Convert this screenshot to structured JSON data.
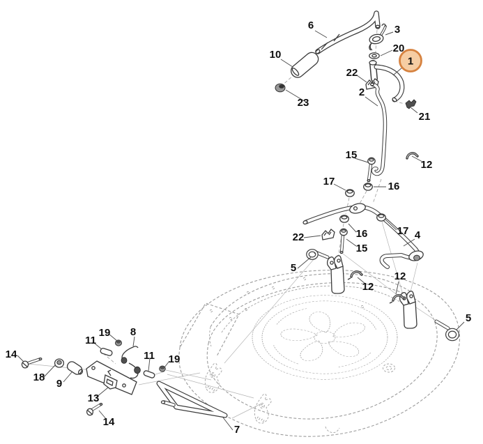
{
  "figure": {
    "kind": "exploded-parts-diagram",
    "background": "#ffffff",
    "line_color": "#3a3a3a",
    "phantom_color": "#9c9c9c"
  },
  "highlight": {
    "selected_callout": "1",
    "fill": "#f6cda3",
    "stroke": "#d6823f"
  },
  "callouts": [
    {
      "label": "6"
    },
    {
      "label": "3"
    },
    {
      "label": "20"
    },
    {
      "label": "1"
    },
    {
      "label": "10"
    },
    {
      "label": "22"
    },
    {
      "label": "23"
    },
    {
      "label": "2"
    },
    {
      "label": "21"
    },
    {
      "label": "15"
    },
    {
      "label": "12"
    },
    {
      "label": "17"
    },
    {
      "label": "16"
    },
    {
      "label": "22"
    },
    {
      "label": "16"
    },
    {
      "label": "17"
    },
    {
      "label": "4"
    },
    {
      "label": "15"
    },
    {
      "label": "5"
    },
    {
      "label": "12"
    },
    {
      "label": "12"
    },
    {
      "label": "5"
    },
    {
      "label": "19"
    },
    {
      "label": "8"
    },
    {
      "label": "11"
    },
    {
      "label": "11"
    },
    {
      "label": "19"
    },
    {
      "label": "14"
    },
    {
      "label": "18"
    },
    {
      "label": "9"
    },
    {
      "label": "13"
    },
    {
      "label": "14"
    },
    {
      "label": "7"
    }
  ]
}
